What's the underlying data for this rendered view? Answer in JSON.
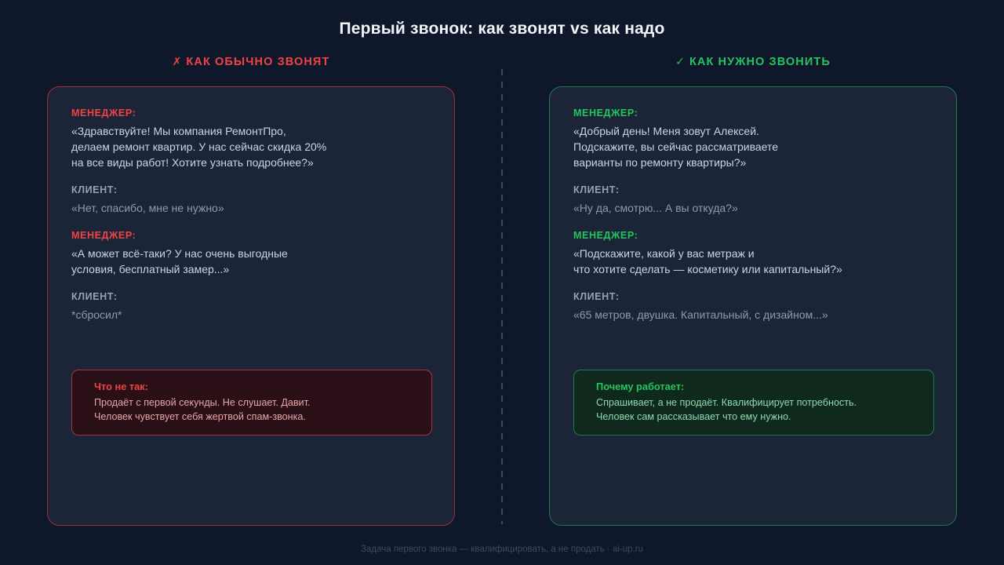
{
  "title": "Первый звонок: как звонят vs как надо",
  "colors": {
    "background": "#0f172a",
    "card_fill": "#1c2537",
    "bad_accent": "#ef4444",
    "good_accent": "#22c55e",
    "bad_border": "#9b3040",
    "good_border": "#1f7a4d",
    "bad_callout_fill": "#2a0f16",
    "good_callout_fill": "#0f2a1c",
    "muted_text": "#8d9bb0",
    "footer_text": "#3e4b63"
  },
  "columns": {
    "bad": {
      "mark": "✗",
      "mark_icon": "cross-icon",
      "heading": "КАК ОБЫЧНО ЗВОНЯТ",
      "dialogue": [
        {
          "speaker": "МЕНЕДЖЕР:",
          "role": "manager",
          "lines": [
            "«Здравствуйте! Мы компания РемонтПро,",
            "делаем ремонт квартир. У нас сейчас скидка 20%",
            "на все виды работ! Хотите узнать подробнее?»"
          ]
        },
        {
          "speaker": "КЛИЕНТ:",
          "role": "client",
          "lines": [
            "«Нет, спасибо, мне не нужно»"
          ]
        },
        {
          "speaker": "МЕНЕДЖЕР:",
          "role": "manager",
          "lines": [
            "«А может всё-таки? У нас очень выгодные",
            "условия, бесплатный замер...»"
          ]
        },
        {
          "speaker": "КЛИЕНТ:",
          "role": "client",
          "lines": [
            "*сбросил*"
          ]
        }
      ],
      "callout": {
        "title": "Что не так:",
        "lines": [
          "Продаёт с первой секунды. Не слушает. Давит.",
          "Человек чувствует себя жертвой спам-звонка."
        ]
      }
    },
    "good": {
      "mark": "✓",
      "mark_icon": "check-icon",
      "heading": "КАК НУЖНО ЗВОНИТЬ",
      "dialogue": [
        {
          "speaker": "МЕНЕДЖЕР:",
          "role": "manager",
          "lines": [
            "«Добрый день! Меня зовут Алексей.",
            "Подскажите, вы сейчас рассматриваете",
            "варианты по ремонту квартиры?»"
          ]
        },
        {
          "speaker": "КЛИЕНТ:",
          "role": "client",
          "lines": [
            "«Ну да, смотрю... А вы откуда?»"
          ]
        },
        {
          "speaker": "МЕНЕДЖЕР:",
          "role": "manager",
          "lines": [
            "«Подскажите, какой у вас метраж и",
            "что хотите сделать — косметику или капитальный?»"
          ]
        },
        {
          "speaker": "КЛИЕНТ:",
          "role": "client",
          "lines": [
            "«65 метров, двушка. Капитальный, с дизайном...»"
          ]
        }
      ],
      "callout": {
        "title": "Почему работает:",
        "lines": [
          "Спрашивает, а не продаёт. Квалифицирует потребность.",
          "Человек сам рассказывает что ему нужно."
        ]
      }
    }
  },
  "footer": "Задача первого звонка — квалифицировать, а не продать · ai-up.ru"
}
